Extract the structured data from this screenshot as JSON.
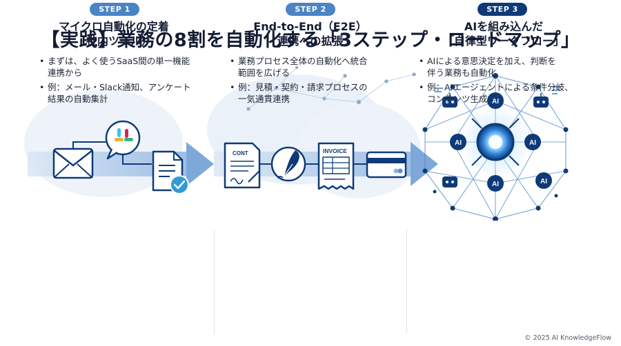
{
  "title": "【実践】業務の8割を自動化する「3ステップ・ロードマップ」",
  "illustration": {
    "contract_label": "CONT",
    "invoice_label": "INVOICE",
    "node_label": "AI"
  },
  "steps": [
    {
      "badge": "STEP 1",
      "title_line1": "マイクロ自動化の定着",
      "title_line2": "（社内ツール）",
      "bullets": [
        {
          "line1": "まずは、よく使うSaaS間の単一機能",
          "line2": "連携から"
        },
        {
          "line1": "例：メール・Slack通知、アンケート",
          "line2": "結果の自動集計"
        }
      ]
    },
    {
      "badge": "STEP 2",
      "title_line1": "End-to-End（E2E）",
      "title_line2": "連携への拡張",
      "bullets": [
        {
          "line1": "業務プロセス全体の自動化へ統合",
          "line2": "範囲を広げる"
        },
        {
          "line1": "例：見積・契約・請求プロセスの",
          "line2": "一気通貫連携"
        }
      ]
    },
    {
      "badge": "STEP 3",
      "title_line1": "AIを組み込んだ",
      "title_line2": "「自律型ワークフロー」",
      "bullets": [
        {
          "line1": "AIによる意思決定を加え、判断を",
          "line2": "伴う業務も自動化"
        },
        {
          "line1": "例：AIエージェントによる条件分岐、",
          "line2": "コンテンツ生成"
        }
      ]
    }
  ],
  "footer": "© 2025 AI KnowledgeFlow",
  "colors": {
    "dark_navy": "#0f3a78",
    "accent_blue": "#4a84c4",
    "light_blue": "#cfe0f3",
    "check_teal": "#2f9bd6"
  }
}
